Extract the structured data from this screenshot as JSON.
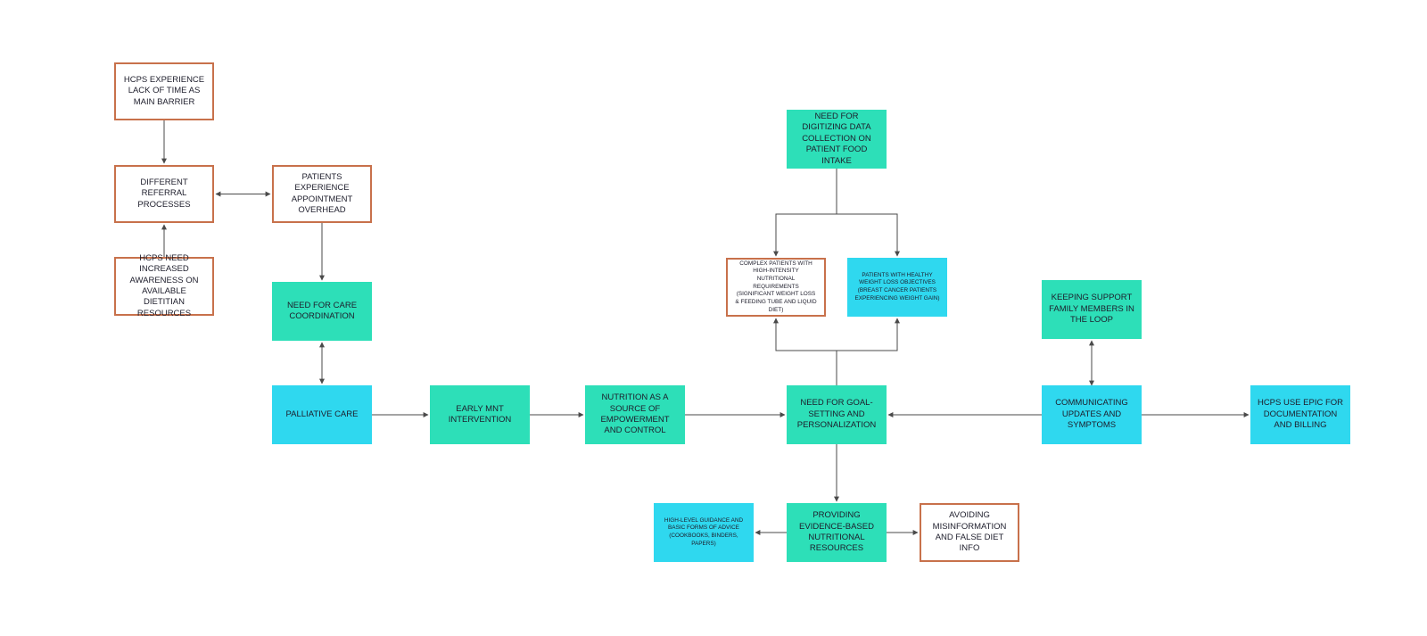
{
  "colors": {
    "outline_border": "#c8714b",
    "green_fill": "#2ddfb8",
    "cyan_fill": "#2fd8ef",
    "connector": "#4a4a4a"
  },
  "nodes": {
    "hcp_time_barrier": "HCPs EXPERIENCE LACK OF TIME AS MAIN BARRIER",
    "referral_processes": "DIFFERENT REFERRAL PROCESSES",
    "hcp_awareness": "HCPs NEED INCREASED AWARENESS ON AVAILABLE DIETITIAN RESOURCES",
    "appointment_overhead": "PATIENTS EXPERIENCE APPOINTMENT OVERHEAD",
    "care_coordination": "NEED FOR CARE COORDINATION",
    "palliative_care": "PALLIATIVE CARE",
    "early_mnt": "EARLY MNT INTERVENTION",
    "nutrition_empowerment": "NUTRITION AS A SOURCE OF EMPOWERMENT AND CONTROL",
    "digitizing_data": "NEED FOR DIGITIZING DATA COLLECTION ON PATIENT FOOD INTAKE",
    "complex_patients": "COMPLEX PATIENTS WITH HIGH-INTENSITY NUTRITIONAL REQUIREMENTS (SIGNIFICANT WEIGHT LOSS & FEEDING TUBE AND LIQUID DIET)",
    "healthy_weight_loss": "PATIENTS WITH HEALTHY WEIGHT LOSS OBJECTIVES (BREAST CANCER PATIENTS EXPERIENCING WEIGHT GAIN)",
    "goal_setting": "NEED FOR GOAL-SETTING AND PERSONALIZATION",
    "evidence_based": "PROVIDING EVIDENCE-BASED NUTRITIONAL RESOURCES",
    "high_level_guidance": "HIGH-LEVEL GUIDANCE AND BASIC FORMS OF ADVICE (COOKBOOKS, BINDERS, PAPERS)",
    "avoiding_misinformation": "AVOIDING MISINFORMATION AND FALSE DIET INFO",
    "family_support": "KEEPING SUPPORT FAMILY MEMBERS IN THE LOOP",
    "communicating_updates": "COMMUNICATING UPDATES AND SYMPTOMS",
    "epic_documentation": "HCPs USE EPIC FOR DOCUMENTATION AND BILLING"
  }
}
